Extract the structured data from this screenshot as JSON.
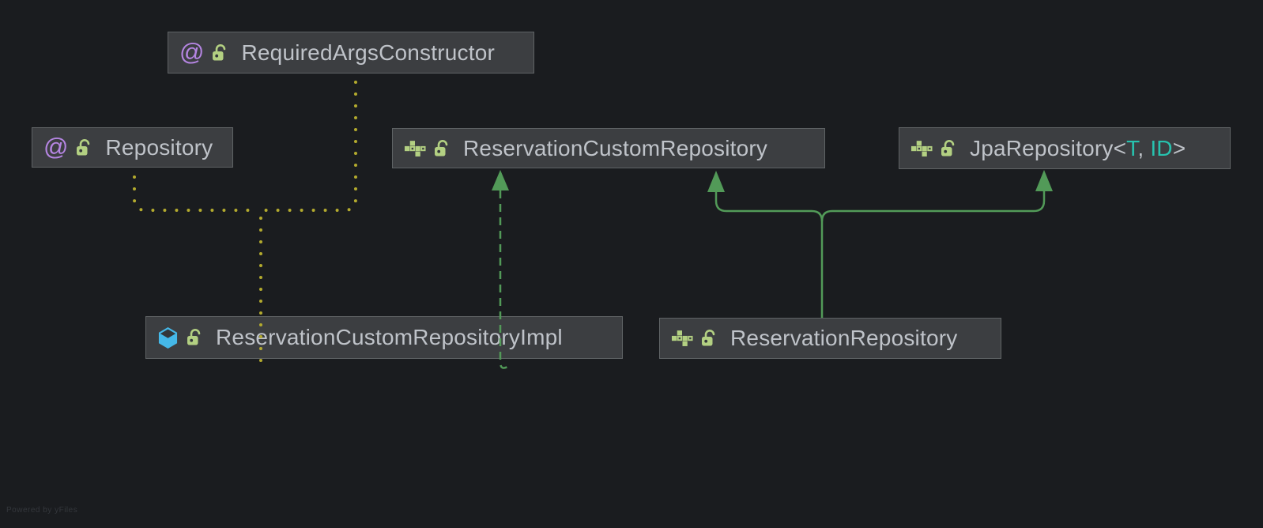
{
  "app": {
    "watermark": "Powered by yFiles"
  },
  "colors": {
    "bg": "#1a1c1f",
    "node-bg": "#3c3e41",
    "node-border": "#5f6365",
    "text": "#bfc3c9",
    "yellow": "#b3aa2e",
    "green": "#529a58",
    "teal": "#27c2ae",
    "purple": "#b585e2",
    "icon-green": "#b3d082",
    "class-blue": "#45b8e8",
    "watermark": "#34373c"
  },
  "diagram": {
    "nodes": [
      {
        "id": "required-args-constructor",
        "label": "RequiredArgsConstructor",
        "kind": "annotation",
        "visibility": "public",
        "icons": [
          "annotation-icon",
          "public-open-lock-icon"
        ]
      },
      {
        "id": "repository",
        "label": "Repository",
        "kind": "annotation",
        "visibility": "public",
        "icons": [
          "annotation-icon",
          "public-open-lock-icon"
        ]
      },
      {
        "id": "reservation-custom-repository",
        "label": "ReservationCustomRepository",
        "kind": "interface",
        "visibility": "public",
        "icons": [
          "interface-icon",
          "public-open-lock-icon"
        ]
      },
      {
        "id": "jpa-repository",
        "label": "JpaRepository",
        "kind": "interface",
        "visibility": "public",
        "icons": [
          "interface-icon",
          "public-open-lock-icon"
        ],
        "generic": {
          "open": "<",
          "t": "T",
          "sep": ", ",
          "id": "ID",
          "close": ">"
        }
      },
      {
        "id": "reservation-custom-repository-impl",
        "label": "ReservationCustomRepositoryImpl",
        "kind": "class",
        "visibility": "public",
        "icons": [
          "class-icon",
          "public-open-lock-icon"
        ]
      },
      {
        "id": "reservation-repository",
        "label": "ReservationRepository",
        "kind": "interface",
        "visibility": "public",
        "icons": [
          "interface-icon",
          "public-open-lock-icon"
        ]
      }
    ],
    "edges": [
      {
        "from": "reservation-custom-repository-impl",
        "to": "required-args-constructor",
        "type": "annotation-dependency",
        "style": "dotted",
        "color": "yellow"
      },
      {
        "from": "reservation-custom-repository-impl",
        "to": "repository",
        "type": "annotation-dependency",
        "style": "dotted",
        "color": "yellow"
      },
      {
        "from": "reservation-custom-repository-impl",
        "to": "reservation-custom-repository",
        "type": "realization",
        "style": "dashed-arrow",
        "color": "green"
      },
      {
        "from": "reservation-repository",
        "to": "reservation-custom-repository",
        "type": "extension",
        "style": "solid-arrow",
        "color": "green"
      },
      {
        "from": "reservation-repository",
        "to": "jpa-repository",
        "type": "extension",
        "style": "solid-arrow",
        "color": "green"
      }
    ]
  }
}
